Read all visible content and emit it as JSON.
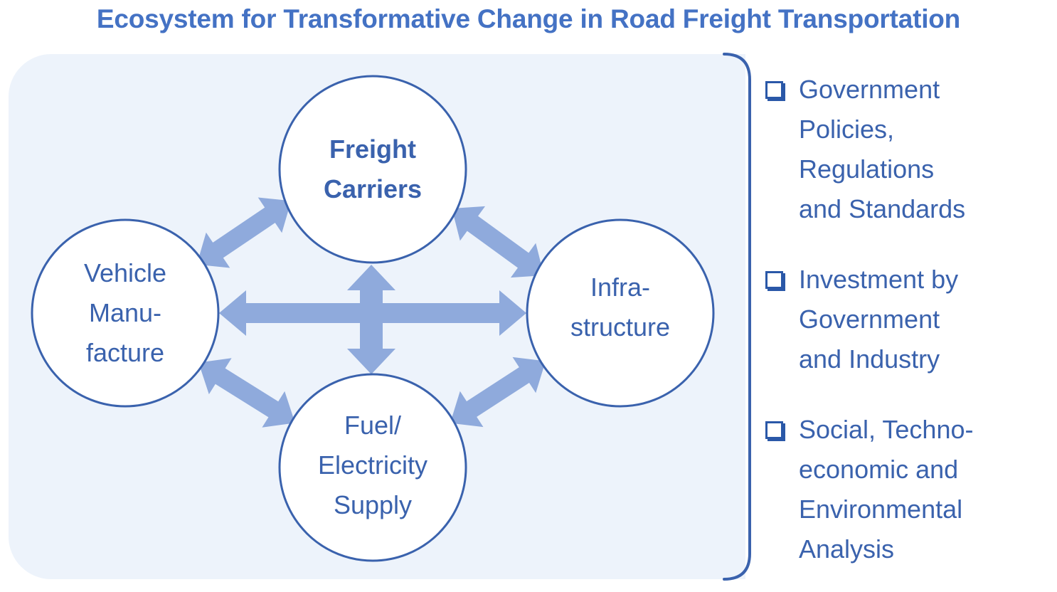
{
  "title": "Ecosystem for Transformative Change in Road Freight Transportation",
  "colors": {
    "accent": "#4472c4",
    "panel_bg": "#edf3fb",
    "arrow": "#8faadc",
    "circle_stroke": "#3a62ad"
  },
  "nodes": {
    "freight_carriers": "Freight\nCarriers",
    "vehicle_manufacture": "Vehicle\nManu-\nfacture",
    "infrastructure": "Infra-\nstructure",
    "fuel_supply": "Fuel/\nElectricity\nSupply"
  },
  "factors": [
    "Government\nPolicies,\nRegulations\nand Standards",
    "Investment by\nGovernment\nand Industry",
    "Social, Techno-\neconomic and\nEnvironmental\nAnalysis"
  ]
}
